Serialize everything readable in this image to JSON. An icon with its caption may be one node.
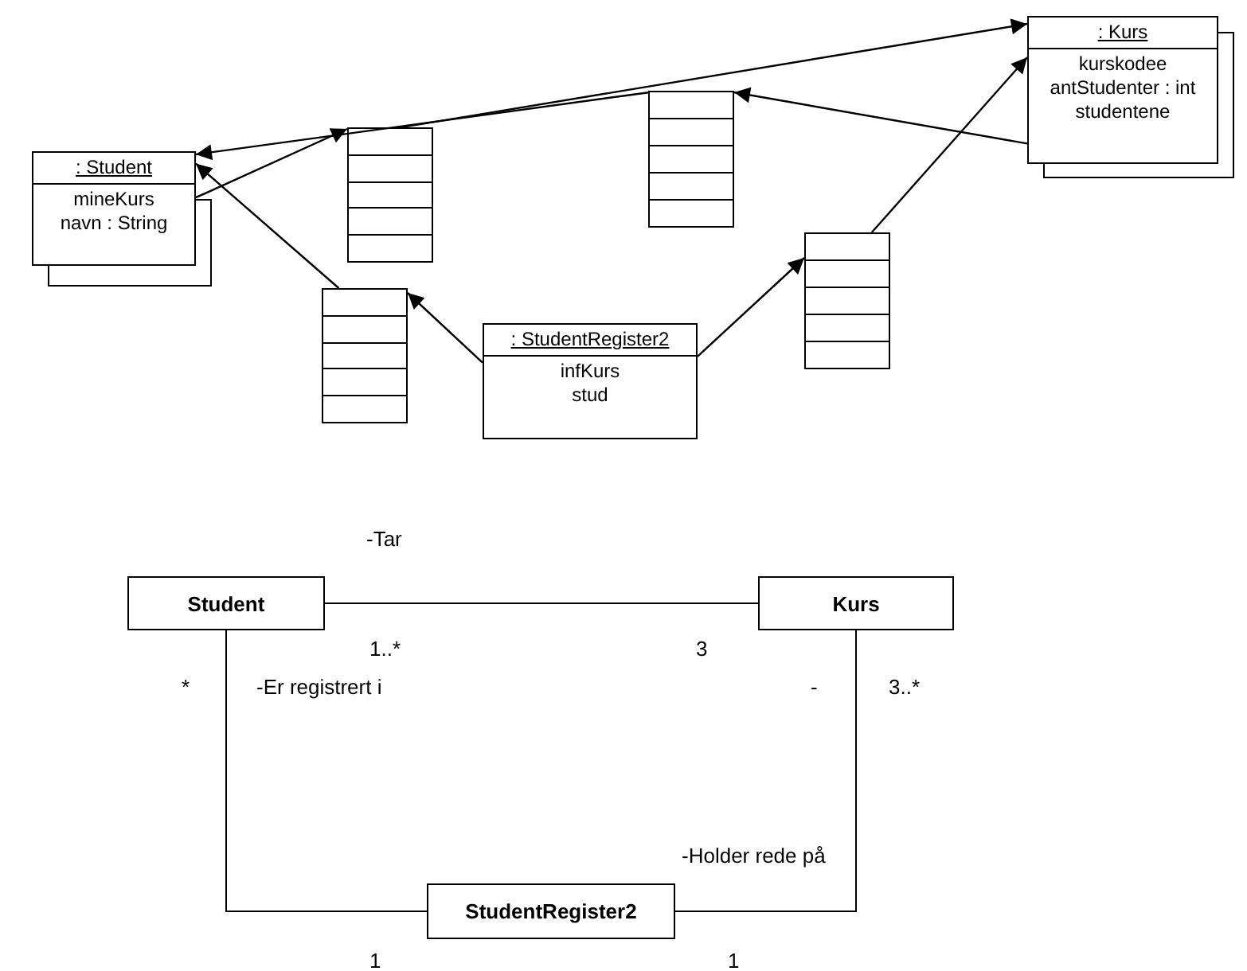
{
  "diagram": {
    "nodes": [
      {
        "text": [
          ": Student",
          "mineKurs",
          "navn : String"
        ]
      },
      {
        "text": [],
        "shape": "box"
      },
      {
        "text": [
          ": Kurs",
          "kurskodee",
          "antStudenter : int",
          "studentene"
        ]
      },
      {
        "text": [],
        "shape": "box"
      },
      {
        "text": [],
        "shape": "box"
      },
      {
        "text": [
          ": StudentRegister2",
          "infKurs",
          "stud"
        ]
      },
      {
        "text": [],
        "shape": "box"
      },
      {
        "text": [
          "Student"
        ]
      },
      {
        "text": [
          "Kurs"
        ]
      },
      {
        "text": [
          "StudentRegister2"
        ]
      }
    ],
    "edges": [
      {
        "from": 0,
        "to": 1,
        "arrow": "to"
      },
      {
        "from": 1,
        "to": 2,
        "arrow": "to"
      },
      {
        "from": 2,
        "to": 3,
        "arrow": "to"
      },
      {
        "from": 3,
        "to": 0,
        "arrow": "to"
      },
      {
        "from": 4,
        "to": 0,
        "arrow": "to"
      },
      {
        "from": 5,
        "to": 4,
        "arrow": "to"
      },
      {
        "from": 5,
        "to": 6,
        "arrow": "to"
      },
      {
        "from": 6,
        "to": 2,
        "arrow": "to"
      },
      {
        "from": 7,
        "to": 8,
        "arrow": "none"
      },
      {
        "from": 7,
        "to": 9,
        "arrow": "none"
      },
      {
        "from": 8,
        "to": 9,
        "arrow": "none"
      }
    ],
    "labels": [
      "-Tar",
      "1..*",
      "3",
      "*",
      "-Er registrert i",
      "-",
      "3..*",
      "-Holder rede på",
      "1",
      "1"
    ]
  }
}
